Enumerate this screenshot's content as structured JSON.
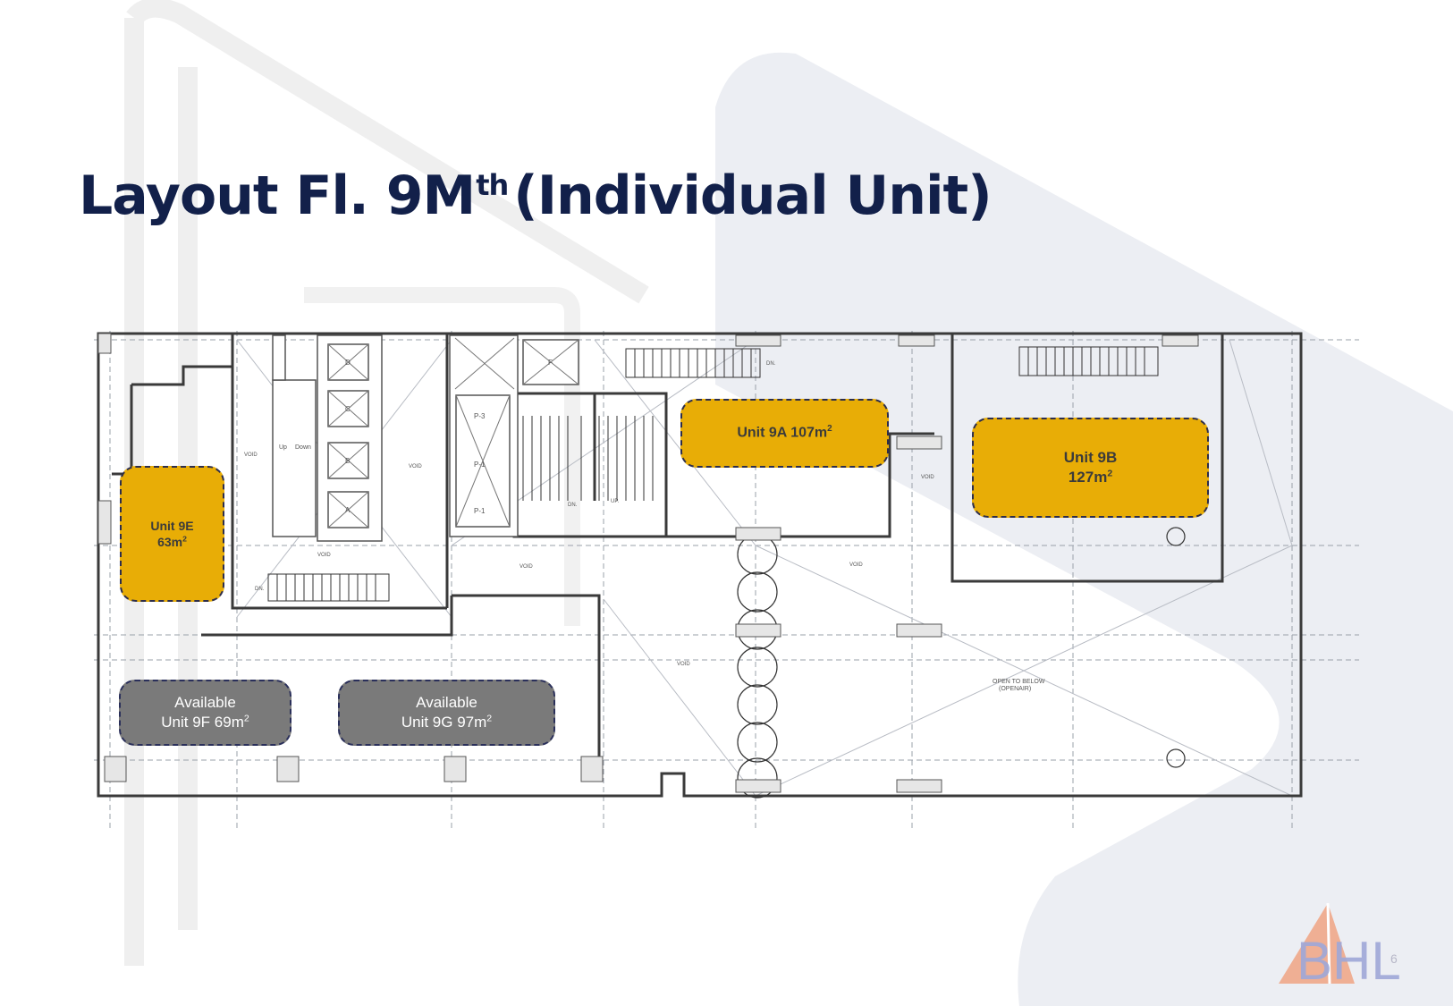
{
  "slide": {
    "title_main": "Layout Fl. 9M",
    "title_sup": "th",
    "title_rest": "(Individual Unit)",
    "page_number": "6",
    "logo_text": "BHL"
  },
  "units": {
    "u9e": {
      "line1": "Unit 9E",
      "line2_value": "63m",
      "line2_sup": "2"
    },
    "u9a": {
      "line1_value": "Unit 9A 107m",
      "line1_sup": "2"
    },
    "u9b": {
      "line1": "Unit 9B",
      "line2_value": "127m",
      "line2_sup": "2"
    },
    "u9f": {
      "line1": "Available",
      "line2_value": "Unit 9F 69m",
      "line2_sup": "2"
    },
    "u9g": {
      "line1": "Available",
      "line2_value": "Unit 9G 97m",
      "line2_sup": "2"
    }
  },
  "plan_labels": {
    "lift_d": "D",
    "lift_c": "C",
    "lift_b": "B",
    "lift_a": "A",
    "lift_f": "F",
    "p3": "P-3",
    "p1a": "P-1",
    "p1b": "P-1",
    "void1": "VOID",
    "void2": "VOID",
    "void3": "VOID",
    "void4": "VOID",
    "void5": "VOID",
    "void6": "VOID",
    "void7": "VOID",
    "up": "Up",
    "down": "Down",
    "dn1": "DN.",
    "dn2": "DN.",
    "dn3": "DN.",
    "up2": "UP.",
    "open_below_1": "OPEN TO BELOW",
    "open_below_2": "(OPENAIR)"
  },
  "colors": {
    "title": "#12204a",
    "unit_gold": "#e8ad06",
    "unit_grey": "#7a7a7a",
    "logo_orange": "#f0a382",
    "logo_blue": "#9fa8d8"
  }
}
